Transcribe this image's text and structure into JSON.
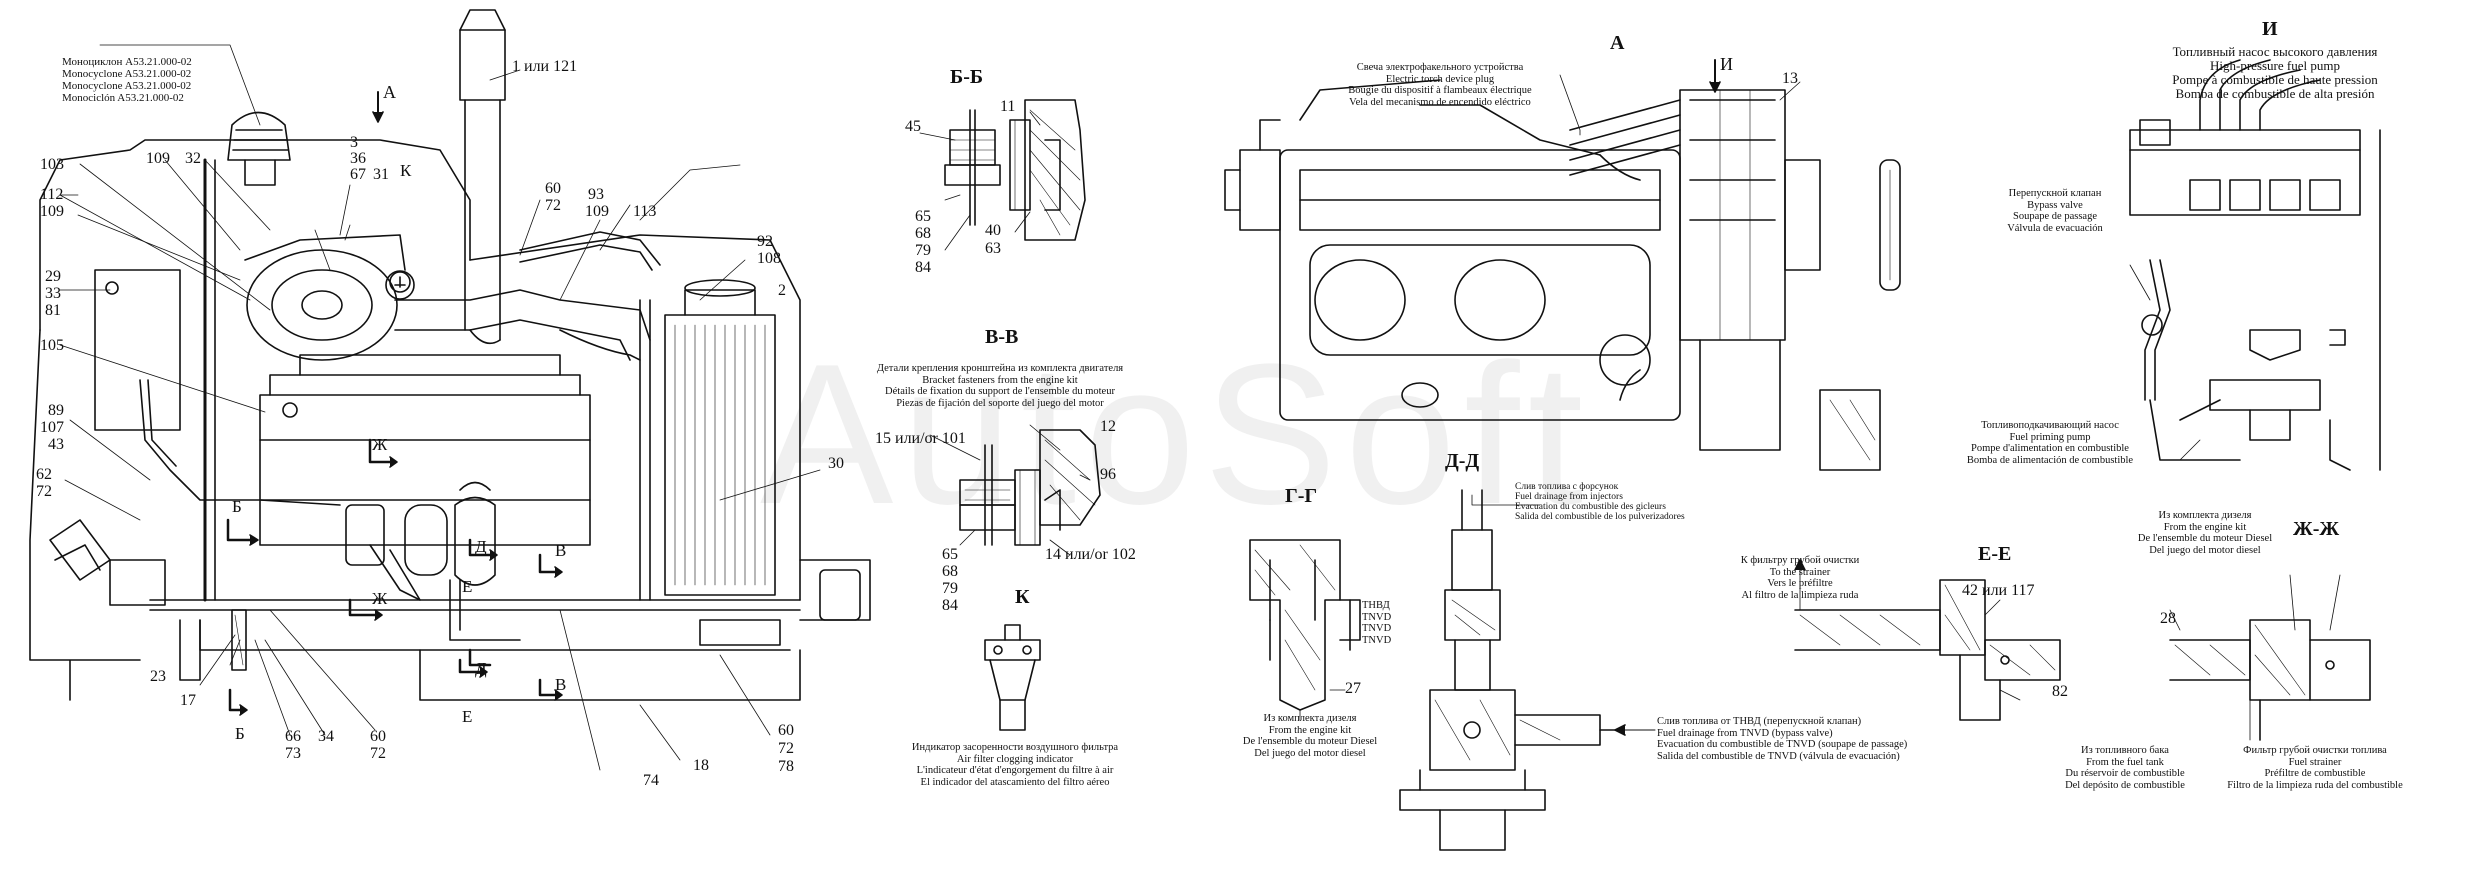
{
  "watermark": "AutoSoft",
  "section_labels": {
    "bb": "Б-Б",
    "vv": "В-В",
    "k": "К",
    "gg": "Г-Г",
    "dd": "Д-Д",
    "a": "А",
    "i": "И",
    "i_title": "И",
    "ee": "Е-Е",
    "zhzh": "Ж-Ж",
    "arrow_a": "А",
    "b_mark": "Б",
    "b_mark2": "Б",
    "v_mark": "В",
    "v_mark2": "В",
    "zh_mark": "Ж",
    "zh_mark2": "Ж",
    "e_mark": "Е",
    "e_mark2": "Е",
    "d_mark": "Д",
    "d_mark2": "Д",
    "k_mark": "К"
  },
  "left_view": {
    "monocyclone": [
      "Моноциклон А53.21.000-02",
      "Monocyclone A53.21.000-02",
      "Monocyclone A53.21.000-02",
      "Monociclón A53.21.000-02"
    ],
    "callouts": {
      "c1_121": "1 или 121",
      "c3": "3",
      "c36": "36",
      "c67": "67",
      "c31": "31",
      "c109a": "109",
      "c32": "32",
      "c103": "103",
      "c112": "112",
      "c109b": "109",
      "c29": "29",
      "c33": "33",
      "c81": "81",
      "c105": "105",
      "c89": "89",
      "c107": "107",
      "c43": "43",
      "c62": "62",
      "c72a": "72",
      "c60a": "60",
      "c72b": "72",
      "c93": "93",
      "c109c": "109",
      "c113": "113",
      "c92": "92",
      "c108": "108",
      "c2": "2",
      "c30": "30",
      "c23": "23",
      "c17": "17",
      "c66": "66",
      "c73": "73",
      "c34": "34",
      "c60b": "60",
      "c72c": "72",
      "c74": "74",
      "c18": "18",
      "c60c": "60",
      "c72d": "72",
      "c78": "78"
    }
  },
  "bb_view": {
    "c45": "45",
    "c11": "11",
    "c65": "65",
    "c68": "68",
    "c79": "79",
    "c84": "84",
    "c40": "40",
    "c63": "63"
  },
  "vv_view": {
    "caption": [
      "Детали крепления кронштейна из комплекта двигателя",
      "Bracket fasteners from the engine kit",
      "Détails de fixation du support de l'ensemble du moteur",
      "Piezas de fijación del soporte del juego del motor"
    ],
    "c15_101": "15 или/or 101",
    "c12": "12",
    "c96": "96",
    "c65": "65",
    "c68": "68",
    "c79": "79",
    "c84": "84",
    "c14_102": "14 или/or 102"
  },
  "k_view": {
    "caption": [
      "Индикатор засоренности воздушного фильтра",
      "Air filter clogging indicator",
      "L'indicateur d'état d'engorgement du filtre à air",
      "El indicador del atascamiento del filtro aéreo"
    ]
  },
  "gg_view": {
    "tnvd": [
      "ТНВД",
      "TNVD",
      "TNVD",
      "TNVD"
    ],
    "c27": "27",
    "caption": [
      "Из комплекта дизеля",
      "From the engine kit",
      "De l'ensemble du moteur Diesel",
      "Del juego del motor diesel"
    ]
  },
  "dd_view": {
    "injector_caption": [
      "Слив топлива с форсунок",
      "Fuel drainage from injectors",
      "Evacuation du combustible des gicleurs",
      "Salida del combustible de los pulverizadores"
    ],
    "drain_caption": [
      "Слив топлива от ТНВД (перепускной клапан)",
      "Fuel drainage from TNVD (bypass valve)",
      "Evacuation du combustible de TNVD (soupape de passage)",
      "Salida del combustible de TNVD (válvula de evacuación)"
    ]
  },
  "a_view": {
    "torch_caption": [
      "Свеча электрофакельного устройства",
      "Electric torch device plug",
      "Bougie du dispositif à flambeaux électrique",
      "Vela del mecanismo de encendido eléctrico"
    ],
    "c13": "13"
  },
  "i_view": {
    "title": [
      "Топливный насос высокого давления",
      "High-pressure fuel pump",
      "Pompe à combustible de haute pression",
      "Bomba de combustible de alta presión"
    ],
    "bypass": [
      "Перепускной клапан",
      "Bypass valve",
      "Soupape de passage",
      "Válvula de evacuación"
    ],
    "priming": [
      "Топливоподкачивающий насос",
      "Fuel priming pump",
      "Pompe d'alimentation en combustible",
      "Bomba de alimentación de combustible"
    ]
  },
  "ee_view": {
    "strainer": [
      "К фильтру грубой очистки",
      "To the strainer",
      "Vers le préfiltre",
      "Al filtro de la limpieza ruda"
    ],
    "c42_117": "42 или 117",
    "c82": "82"
  },
  "zhzh_view": {
    "kit": [
      "Из комплекта дизеля",
      "From the engine kit",
      "De l'ensemble du moteur Diesel",
      "Del juego del motor diesel"
    ],
    "c28": "28",
    "tank": [
      "Из топливного бака",
      "From the fuel tank",
      "Du réservoir de combustible",
      "Del depósito de combustible"
    ],
    "strainer": [
      "Фильтр грубой очистки топлива",
      "Fuel strainer",
      "Préfiltre de combustible",
      "Filtro de la limpieza ruda del combustible"
    ]
  }
}
